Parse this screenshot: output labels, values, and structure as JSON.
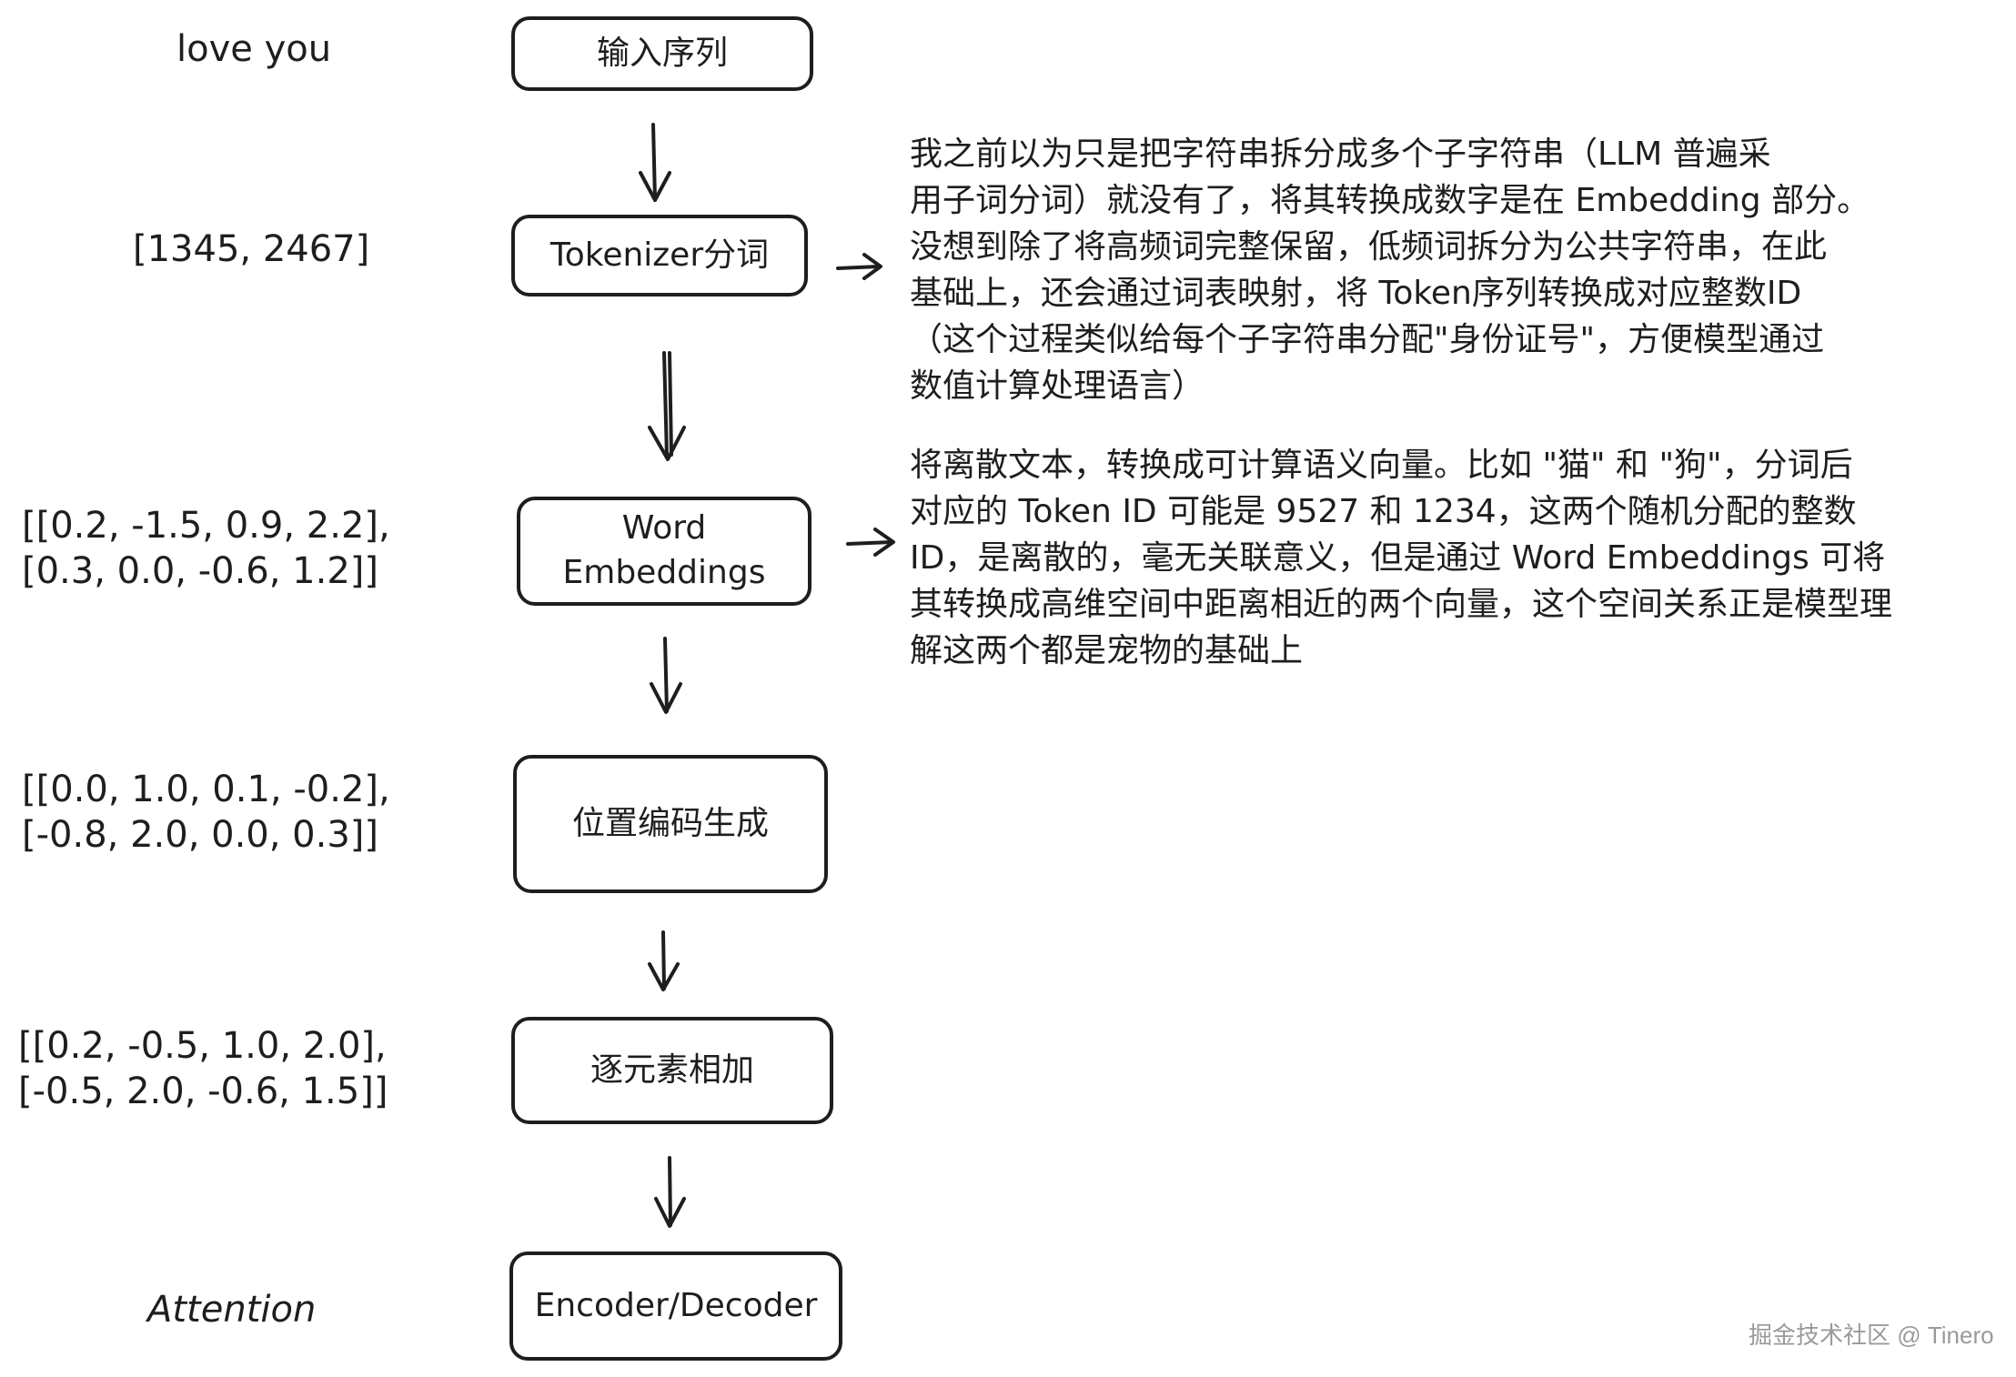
{
  "nodes": {
    "input_sequence": "输入序列",
    "tokenizer": "Tokenizer分词",
    "word_embeddings": "Word\nEmbeddings",
    "positional_encoding": "位置编码生成",
    "elementwise_add": "逐元素相加",
    "encoder_decoder": "Encoder/Decoder"
  },
  "left_labels": {
    "input_text": "love you",
    "token_ids": "[1345, 2467]",
    "embeddings_line1": "[[0.2, -1.5, 0.9,  2.2],",
    "embeddings_line2": "[0.3, 0.0, -0.6, 1.2]]",
    "positional_line1": "[[0.0, 1.0, 0.1, -0.2],",
    "positional_line2": "[-0.8, 2.0, 0.0, 0.3]]",
    "sum_line1": "[[0.2, -0.5, 1.0, 2.0],",
    "sum_line2": "[-0.5, 2.0, -0.6, 1.5]]",
    "attention": "Attention"
  },
  "notes": {
    "tokenizer_note": "我之前以为只是把字符串拆分成多个子字符串（LLM 普遍采\n用子词分词）就没有了，将其转换成数字是在 Embedding 部分。\n没想到除了将高频词完整保留，低频词拆分为公共字符串，在此\n基础上，还会通过词表映射，将 Token序列转换成对应整数ID\n（这个过程类似给每个子字符串分配\"身份证号\"，方便模型通过\n数值计算处理语言）",
    "embedding_note": "将离散文本，转换成可计算语义向量。比如 \"猫\" 和 \"狗\"，分词后\n对应的 Token ID 可能是 9527 和 1234，这两个随机分配的整数\n ID，是离散的，毫无关联意义，但是通过 Word Embeddings 可将\n其转换成高维空间中距离相近的两个向量，这个空间关系正是模型理\n解这两个都是宠物的基础上"
  },
  "watermark": "掘金技术社区 @ Tinero",
  "colors": {
    "stroke": "#1e1e1e",
    "watermark": "#9a9a9a"
  }
}
